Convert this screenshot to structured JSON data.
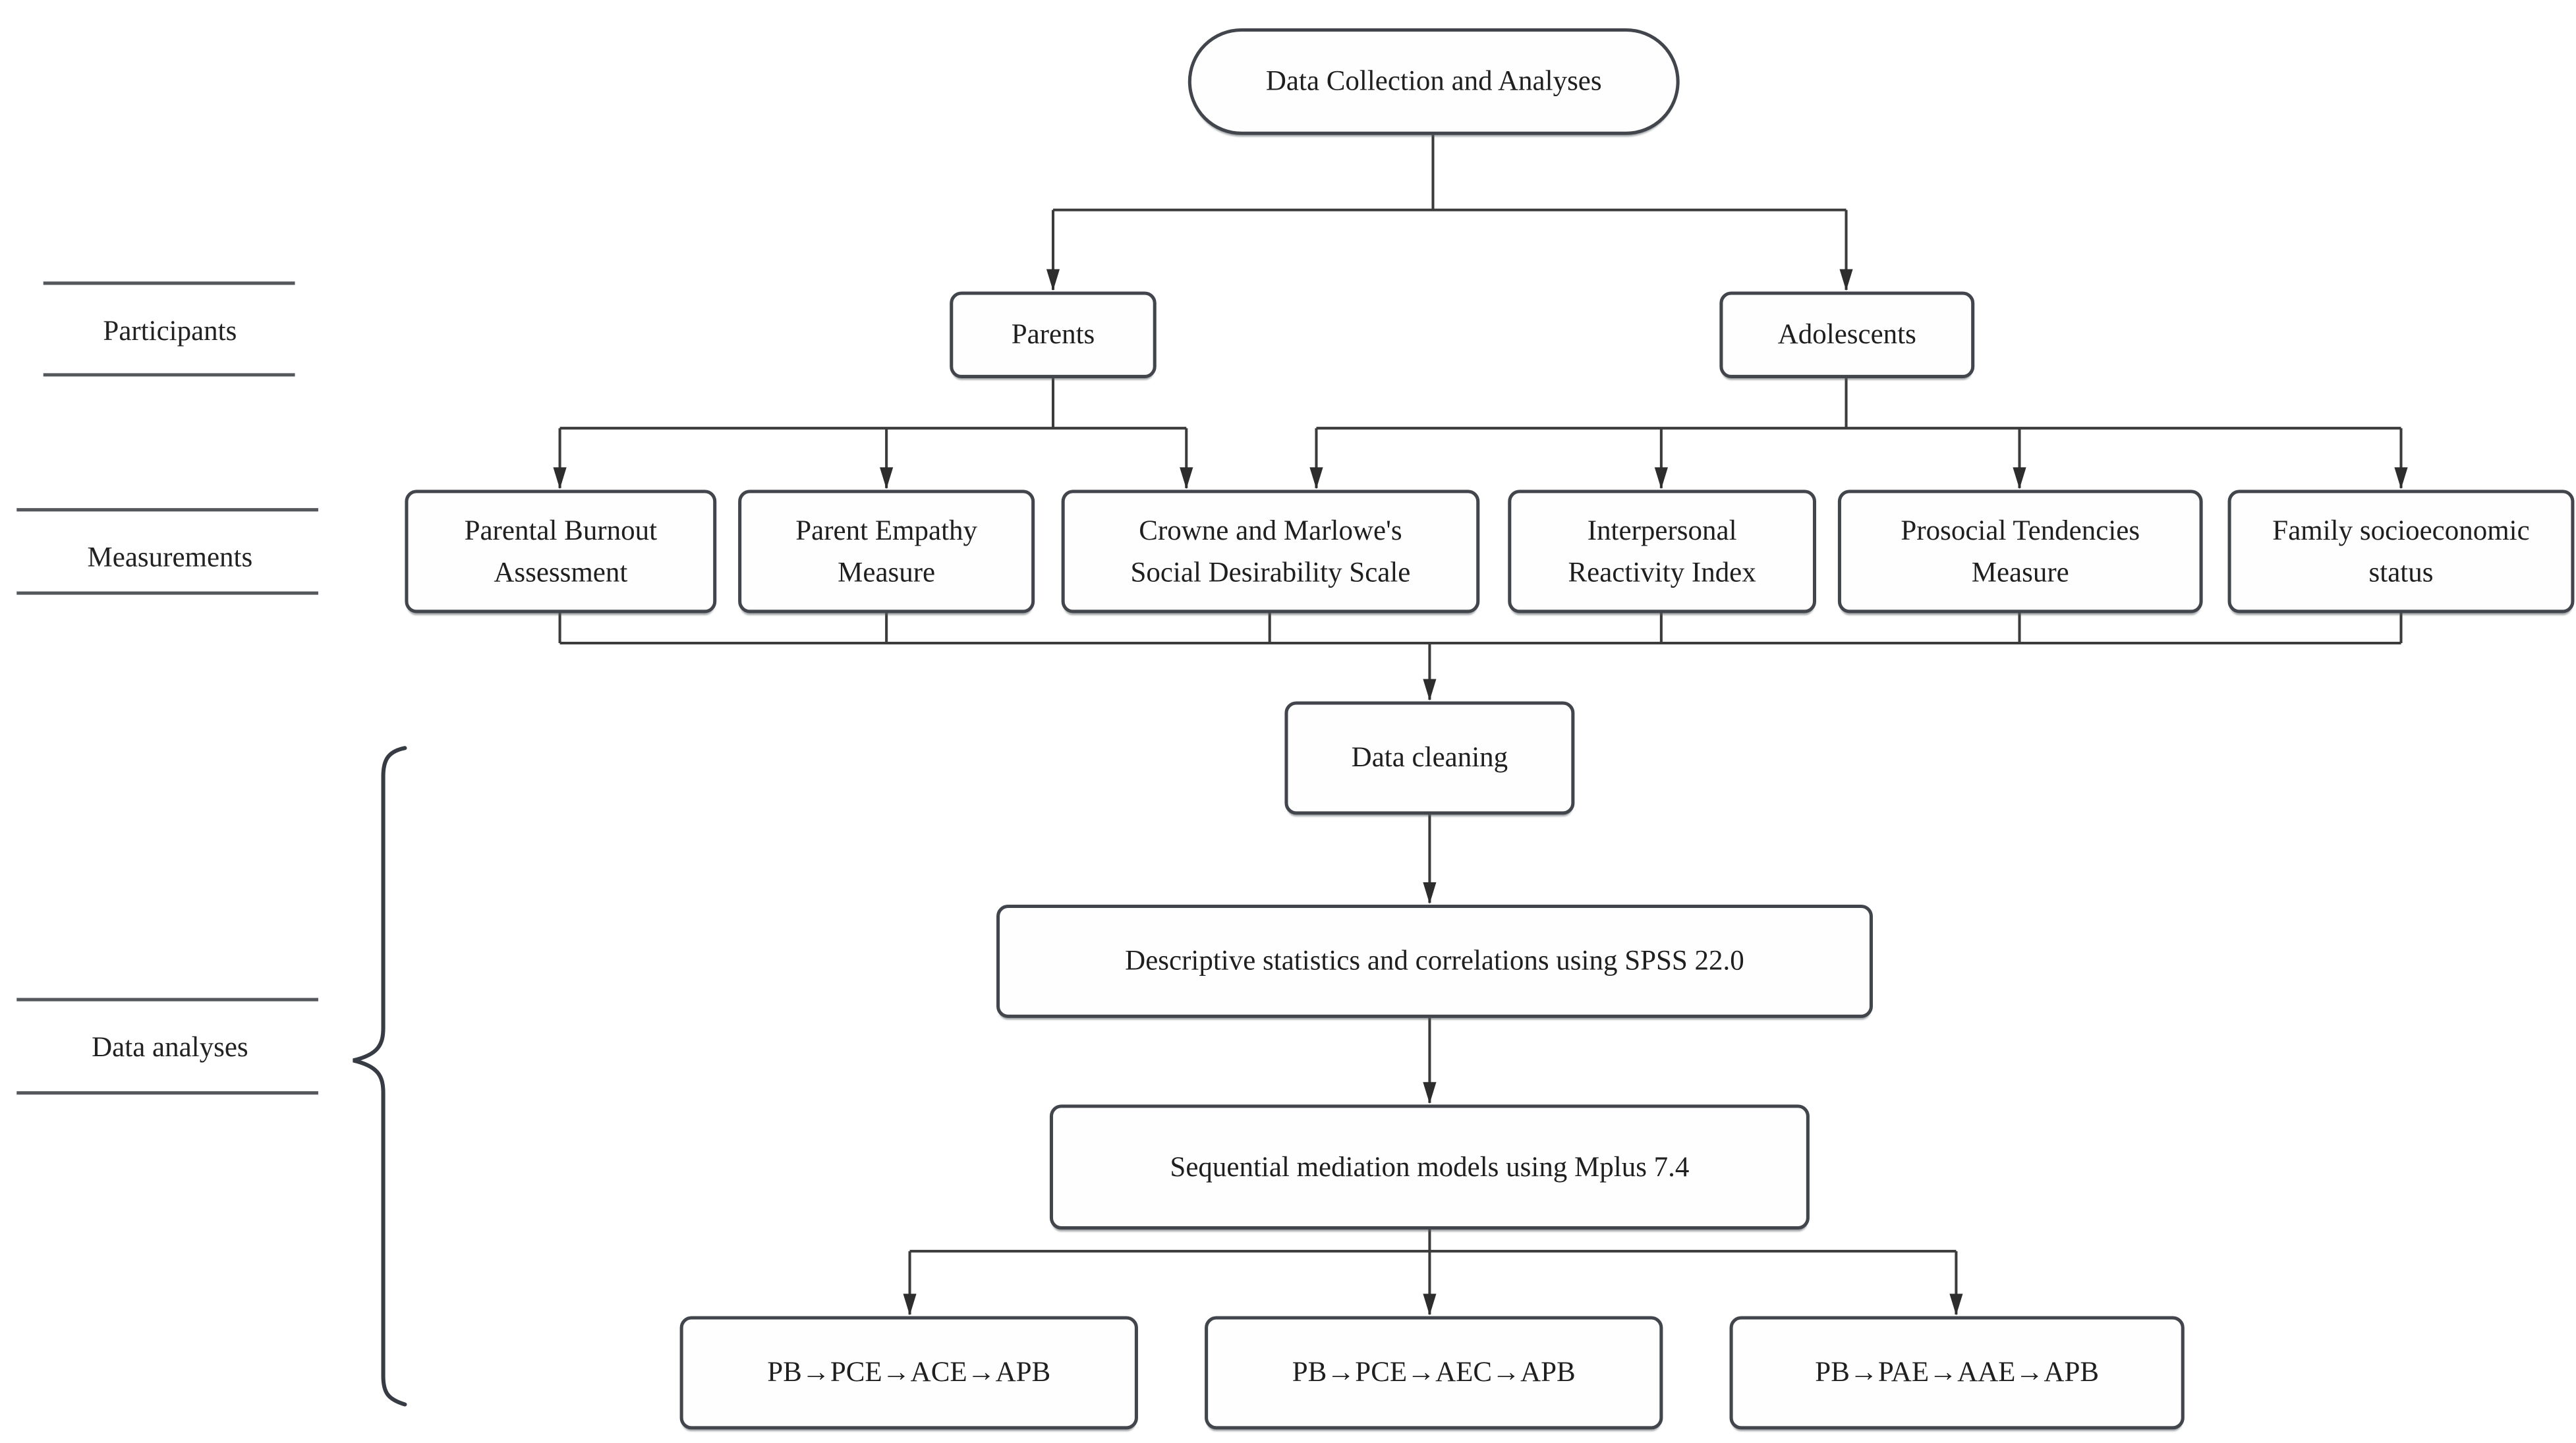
{
  "nodes": {
    "root": "Data Collection and Analyses",
    "parents": "Parents",
    "adolescents": "Adolescents",
    "measurement_parental_burnout": "Parental Burnout Assessment",
    "measurement_parent_empathy": "Parent Empathy Measure",
    "measurement_social_desirability": "Crowne and Marlowe's Social Desirability Scale",
    "measurement_interpersonal_reactivity": "Interpersonal Reactivity Index",
    "measurement_prosocial_tendencies": "Prosocial Tendencies Measure",
    "measurement_family_ses": "Family socioeconomic status",
    "data_cleaning": "Data cleaning",
    "descriptive": "Descriptive statistics and correlations using SPSS 22.0",
    "mediation": "Sequential mediation models using Mplus 7.4",
    "model1": "PB→PCE→ACE→APB",
    "model2": "PB→PCE→AEC→APB",
    "model3": "PB→PAE→AAE→APB"
  },
  "side_labels": {
    "participants": "Participants",
    "measurements": "Measurements",
    "data_analyses": "Data analyses"
  },
  "edges": [
    {
      "from": "Data Collection and Analyses",
      "to": "Parents"
    },
    {
      "from": "Data Collection and Analyses",
      "to": "Adolescents"
    },
    {
      "from": "Parents",
      "to": "Parental Burnout Assessment"
    },
    {
      "from": "Parents",
      "to": "Parent Empathy Measure"
    },
    {
      "from": "Parents",
      "to": "Crowne and Marlowe's Social Desirability Scale"
    },
    {
      "from": "Adolescents",
      "to": "Crowne and Marlowe's Social Desirability Scale"
    },
    {
      "from": "Adolescents",
      "to": "Interpersonal Reactivity Index"
    },
    {
      "from": "Adolescents",
      "to": "Prosocial Tendencies Measure"
    },
    {
      "from": "Adolescents",
      "to": "Family socioeconomic status"
    },
    {
      "from": "All measurements",
      "to": "Data cleaning"
    },
    {
      "from": "Data cleaning",
      "to": "Descriptive statistics and correlations using SPSS 22.0"
    },
    {
      "from": "Descriptive statistics and correlations using SPSS 22.0",
      "to": "Sequential mediation models using Mplus 7.4"
    },
    {
      "from": "Sequential mediation models using Mplus 7.4",
      "to": "PB→PCE→ACE→APB"
    },
    {
      "from": "Sequential mediation models using Mplus 7.4",
      "to": "PB→PCE→AEC→APB"
    },
    {
      "from": "Sequential mediation models using Mplus 7.4",
      "to": "PB→PAE→AAE→APB"
    }
  ],
  "colors": {
    "box_border": "#42464c",
    "connector": "#3b3b3b",
    "arrowhead": "#2d2d2d",
    "background": "#ffffff"
  }
}
